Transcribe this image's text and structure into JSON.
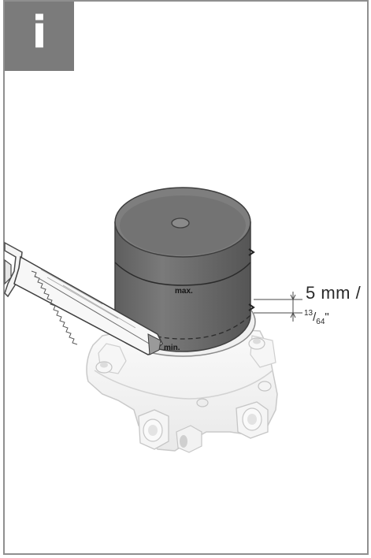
{
  "badge": {
    "letter": "i"
  },
  "labels": {
    "max": "max.",
    "min": "min."
  },
  "dimension": {
    "metric_value": "5 mm /",
    "inch_numerator": "13",
    "inch_slash": "/",
    "inch_denominator": "64",
    "inch_unit": "\""
  },
  "colors": {
    "frame": "#8f8f8f",
    "badge": "#7b7b7b",
    "cap": "#6e6e6e",
    "cap_top": "#7a7a7a",
    "body_light": "#f2f2f2"
  }
}
